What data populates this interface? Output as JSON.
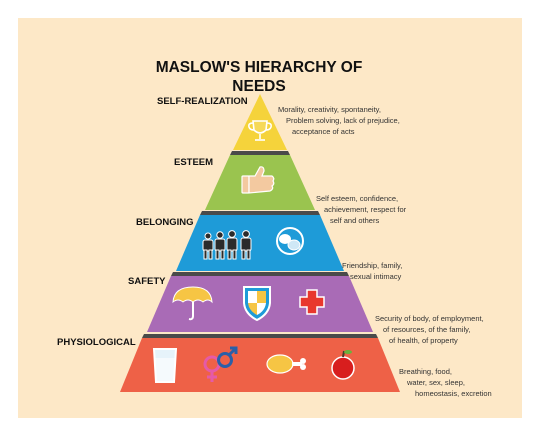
{
  "diagram": {
    "title": "MASLOW'S HIERARCHY OF NEEDS",
    "colors": {
      "background": "#fde8c7",
      "self_realization": "#f5d33b",
      "esteem": "#9ac44f",
      "belonging": "#1e9bd8",
      "safety": "#a96bb6",
      "physiological": "#ee6147",
      "shelf": "#4a4a4a"
    },
    "levels": [
      {
        "label": "SELF-REALIZATION",
        "icons": [
          "trophy-icon"
        ],
        "description": [
          "Morality, creativity, spontaneity,",
          "Problem solving, lack of prejudice,",
          "acceptance of acts"
        ]
      },
      {
        "label": "ESTEEM",
        "icons": [
          "thumbs-up-icon"
        ],
        "description": [
          "Self esteem, confidence,",
          "achievement, respect for",
          "self and others"
        ]
      },
      {
        "label": "BELONGING",
        "icons": [
          "family-icon",
          "chat-bubbles-icon"
        ],
        "description": [
          "Friendship, family,",
          "sexual intimacy"
        ]
      },
      {
        "label": "SAFETY",
        "icons": [
          "umbrella-icon",
          "shield-icon",
          "medical-cross-icon"
        ],
        "description": [
          "Security of body, of employment,",
          "of resources, of the family,",
          "of health, of property"
        ]
      },
      {
        "label": "PHYSIOLOGICAL",
        "icons": [
          "water-glass-icon",
          "gender-symbols-icon",
          "chicken-leg-icon",
          "apple-icon"
        ],
        "description": [
          "Breathing, food,",
          "water, sex, sleep,",
          "homeostasis, excretion"
        ]
      }
    ]
  }
}
